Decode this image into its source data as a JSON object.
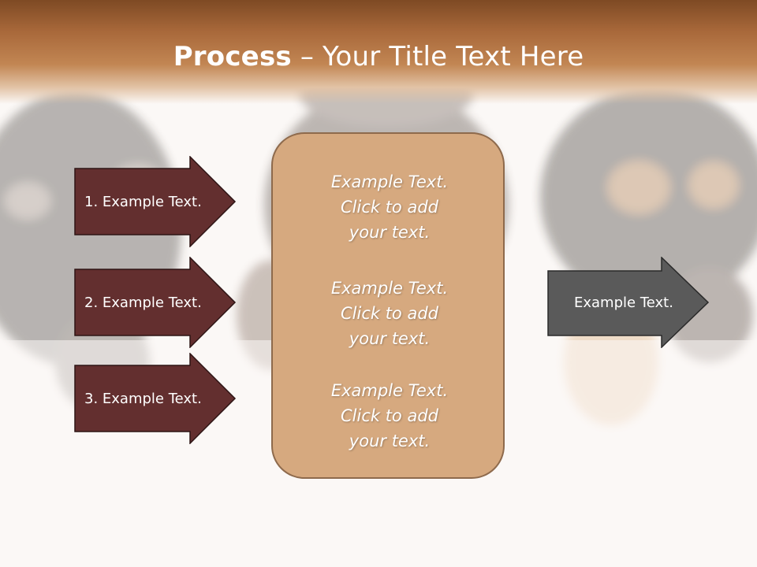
{
  "slide": {
    "title_bold": "Process",
    "title_rest": " – Your Title Text Here"
  },
  "left_steps": [
    {
      "label": "1. Example Text."
    },
    {
      "label": "2. Example Text."
    },
    {
      "label": "3. Example Text."
    }
  ],
  "center_blocks": [
    {
      "line1": "Example Text.",
      "line2": "Click  to add",
      "line3": "your text."
    },
    {
      "line1": "Example Text.",
      "line2": "Click  to add",
      "line3": "your text."
    },
    {
      "line1": "Example Text.",
      "line2": "Click  to add",
      "line3": "your text."
    }
  ],
  "output": {
    "label": "Example Text."
  },
  "colors": {
    "header_brown": "#a8683a",
    "left_arrow_fill": "#632f2f",
    "center_box_fill": "#d6a97f",
    "output_arrow_fill": "#5a5a5a"
  },
  "image": {
    "subject": "puppy-photo"
  }
}
